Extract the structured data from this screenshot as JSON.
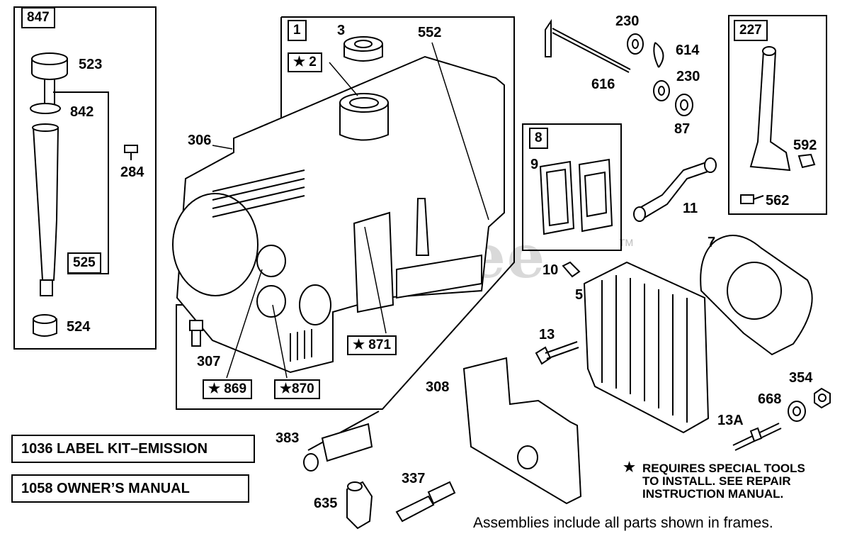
{
  "watermark": {
    "text": "PartsTree",
    "tm": "TM"
  },
  "frames": {
    "oil_fill_frame": "847",
    "dipstick_inner_frame": "525",
    "block_frame": "1",
    "breather_frame": "8",
    "governor_frame": "227"
  },
  "kit_boxes": {
    "k2": "★ 2",
    "k871": "★ 871",
    "k869": "★ 869",
    "k870": "★870"
  },
  "part_labels": {
    "p3": "3",
    "p552": "552",
    "p306": "306",
    "p307": "307",
    "p523": "523",
    "p842": "842",
    "p284": "284",
    "p524": "524",
    "p230a": "230",
    "p614": "614",
    "p616": "616",
    "p230b": "230",
    "p87": "87",
    "p9": "9",
    "p11": "11",
    "p592": "592",
    "p562": "562",
    "p7": "7",
    "p10": "10",
    "p5": "5",
    "p13": "13",
    "p308": "308",
    "p354": "354",
    "p668": "668",
    "p13a": "13A",
    "p383": "383",
    "p337": "337",
    "p635": "635"
  },
  "kits": {
    "label_kit": "1036 LABEL KIT–EMISSION",
    "owners_manual": "1058 OWNER’S MANUAL"
  },
  "note": {
    "star": "★",
    "line1": "REQUIRES SPECIAL TOOLS",
    "line2": "TO INSTALL.  SEE REPAIR",
    "line3": "INSTRUCTION MANUAL."
  },
  "footer": "Assemblies include all parts shown in frames."
}
